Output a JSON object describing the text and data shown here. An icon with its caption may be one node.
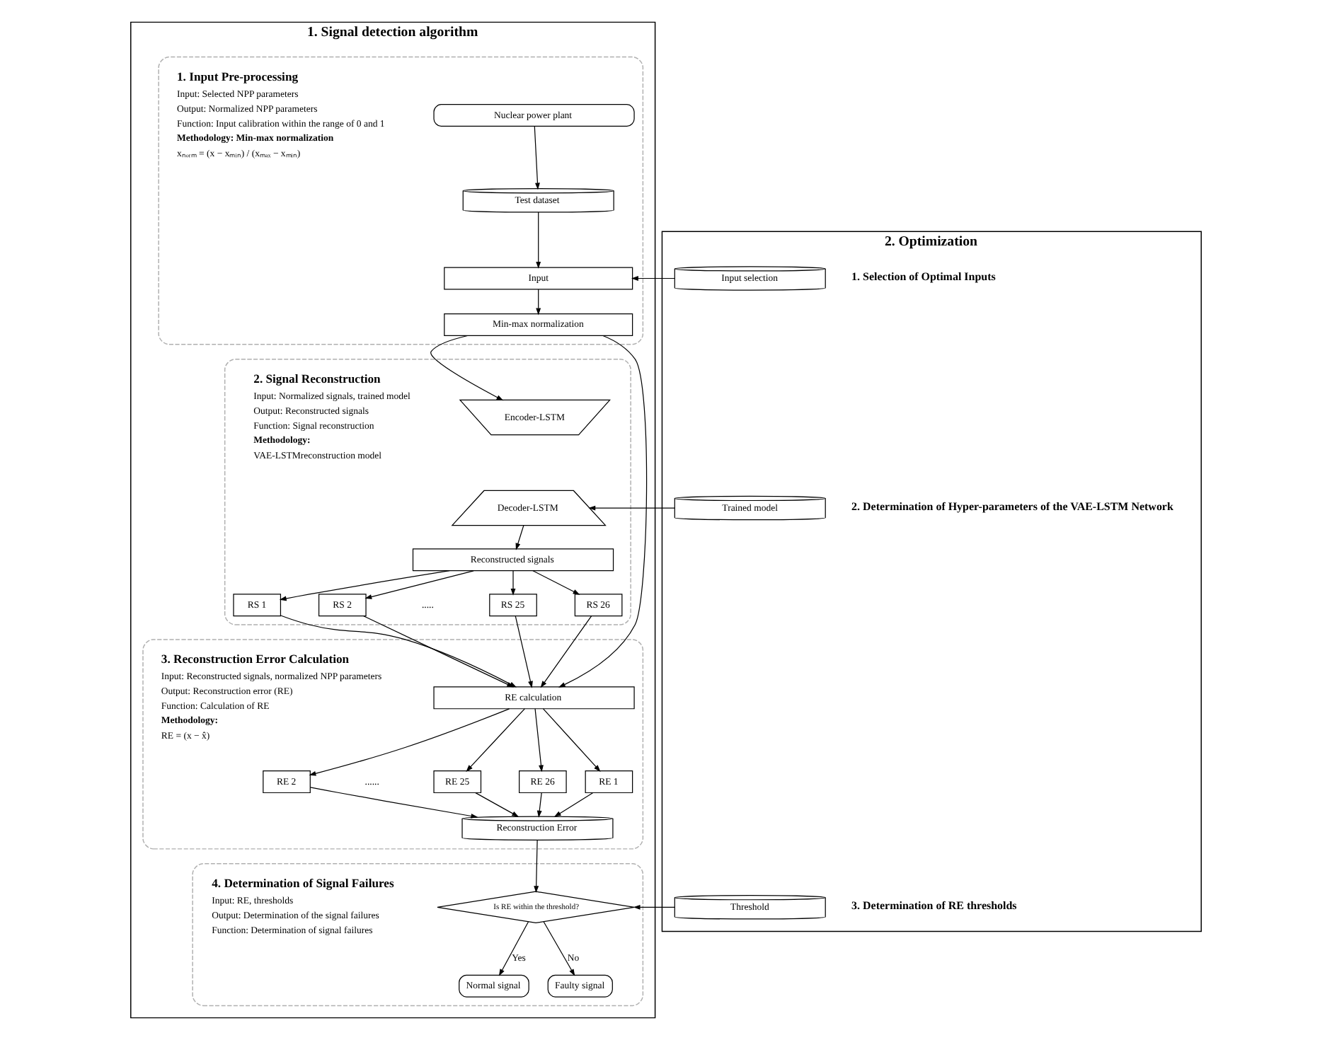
{
  "diagram": {
    "nodes": [
      {
        "text": [
          "1. Signal detection algorithm"
        ]
      },
      {
        "text": [
          "1. Input Pre-processing",
          "Input: Selected NPP parameters",
          "Output: Normalized NPP parameters",
          "Function: Input calibration within the range of 0 and 1",
          "Methodology: Min-max normalization",
          "xₙₒᵣₘ = (x − xₘᵢₙ) / (xₘₐₓ − xₘᵢₙ)"
        ],
        "in": 0
      },
      {
        "text": [
          "Nuclear power plant"
        ],
        "in": 1
      },
      {
        "text": [
          "Test dataset"
        ],
        "in": 1
      },
      {
        "text": [
          "Input"
        ],
        "in": 1
      },
      {
        "text": [
          "Min-max normalization"
        ],
        "in": 1
      },
      {
        "text": [
          "2. Signal Reconstruction",
          "Input: Normalized signals, trained model",
          "Output: Reconstructed signals",
          "Function: Signal reconstruction",
          "Methodology:",
          "VAE-LSTMreconstruction model"
        ],
        "in": 0
      },
      {
        "text": [
          "Encoder-LSTM"
        ],
        "in": 6
      },
      {
        "text": [
          "Decoder-LSTM"
        ],
        "in": 6
      },
      {
        "text": [
          "Reconstructed signals"
        ],
        "in": 6
      },
      {
        "text": [
          "RS 1"
        ],
        "in": 6
      },
      {
        "text": [
          "RS 2"
        ],
        "in": 6
      },
      {
        "text": [
          "RS 25"
        ],
        "in": 6
      },
      {
        "text": [
          "RS 26"
        ],
        "in": 6
      },
      {
        "text": [
          "3. Reconstruction Error Calculation",
          "Input: Reconstructed signals, normalized NPP parameters",
          "Output: Reconstruction error (RE)",
          "Function: Calculation of RE",
          "Methodology:",
          "RE = (x − x̂)"
        ],
        "in": 0
      },
      {
        "text": [
          "RE calculation"
        ],
        "in": 14
      },
      {
        "text": [
          "RE 1"
        ],
        "in": 14
      },
      {
        "text": [
          "RE 2"
        ],
        "in": 14
      },
      {
        "text": [
          "RE 25"
        ],
        "in": 14
      },
      {
        "text": [
          "RE 26"
        ],
        "in": 14
      },
      {
        "text": [
          "Reconstruction Error"
        ],
        "in": 14
      },
      {
        "text": [
          "4. Determination of Signal Failures",
          "Input: RE, thresholds",
          "Output: Determination of the signal failures",
          "Function: Determination of signal failures"
        ],
        "in": 0
      },
      {
        "text": [
          "Is RE within the threshold?"
        ],
        "in": 21
      },
      {
        "text": [
          "Normal signal"
        ],
        "in": 21
      },
      {
        "text": [
          "Faulty signal"
        ],
        "in": 21
      },
      {
        "text": [
          "2. Optimization"
        ]
      },
      {
        "text": [
          "Input selection"
        ],
        "in": 25,
        "beside": [
          "1. Selection of Optimal Inputs"
        ]
      },
      {
        "text": [
          "Trained model"
        ],
        "in": 25,
        "beside": [
          "2. Determination of Hyper-parameters of the VAE-LSTM Network"
        ]
      },
      {
        "text": [
          "Threshold"
        ],
        "in": 25,
        "beside": [
          "3. Determination of RE thresholds"
        ]
      }
    ],
    "edges": [
      {
        "from": 2,
        "to": 3,
        "arrow": "to"
      },
      {
        "from": 3,
        "to": 4,
        "arrow": "to"
      },
      {
        "from": 26,
        "to": 4,
        "arrow": "to"
      },
      {
        "from": 4,
        "to": 5,
        "arrow": "to"
      },
      {
        "from": 5,
        "to": 7,
        "arrow": "to"
      },
      {
        "from": 27,
        "to": 8,
        "arrow": "to"
      },
      {
        "from": 8,
        "to": 9,
        "arrow": "to"
      },
      {
        "from": 9,
        "to": 10,
        "arrow": "to"
      },
      {
        "from": 9,
        "to": 11,
        "arrow": "to"
      },
      {
        "from": 9,
        "to": 12,
        "arrow": "to"
      },
      {
        "from": 9,
        "to": 13,
        "arrow": "to"
      },
      {
        "from": 10,
        "to": 15,
        "arrow": "to"
      },
      {
        "from": 11,
        "to": 15,
        "arrow": "to"
      },
      {
        "from": 12,
        "to": 15,
        "arrow": "to"
      },
      {
        "from": 13,
        "to": 15,
        "arrow": "to"
      },
      {
        "from": 5,
        "to": 15,
        "arrow": "to"
      },
      {
        "from": 15,
        "to": 16,
        "arrow": "to"
      },
      {
        "from": 15,
        "to": 17,
        "arrow": "to"
      },
      {
        "from": 15,
        "to": 18,
        "arrow": "to"
      },
      {
        "from": 15,
        "to": 19,
        "arrow": "to"
      },
      {
        "from": 16,
        "to": 20,
        "arrow": "to"
      },
      {
        "from": 17,
        "to": 20,
        "arrow": "to"
      },
      {
        "from": 18,
        "to": 20,
        "arrow": "to"
      },
      {
        "from": 19,
        "to": 20,
        "arrow": "to"
      },
      {
        "from": 20,
        "to": 22,
        "arrow": "to"
      },
      {
        "from": 28,
        "to": 22,
        "arrow": "to"
      },
      {
        "from": 22,
        "to": 23,
        "label": "Yes",
        "arrow": "to"
      },
      {
        "from": 22,
        "to": 24,
        "label": "No",
        "arrow": "to"
      }
    ],
    "labels": [
      ".....",
      "......"
    ]
  }
}
